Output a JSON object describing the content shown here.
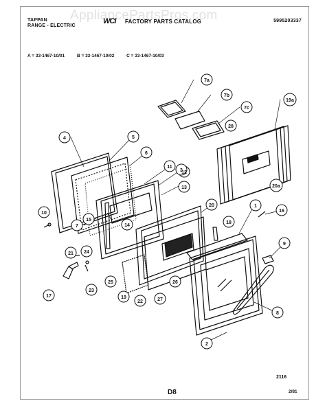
{
  "watermark": "AppliancePartsPros.com",
  "header": {
    "brand_line1": "TAPPAN",
    "brand_line2": "RANGE - ELECTRIC",
    "logo": "WCI",
    "catalog_title": "FACTORY PARTS CATALOG",
    "part_number": "5995203337"
  },
  "models": [
    "A = 33-1467-10/01",
    "B = 33-1467-10/02",
    "C = 33-1467-10/03"
  ],
  "callouts": [
    "4",
    "5",
    "6",
    "11",
    "12",
    "3",
    "13",
    "20",
    "1",
    "16",
    "9",
    "8",
    "2",
    "10",
    "7",
    "15",
    "14",
    "21",
    "24",
    "23",
    "17",
    "25",
    "19",
    "22",
    "27",
    "26",
    "18",
    "7a",
    "7b",
    "7c",
    "19a",
    "28",
    "20a"
  ],
  "footer": {
    "reference": "2116",
    "page": "D8",
    "date": "2/81"
  }
}
